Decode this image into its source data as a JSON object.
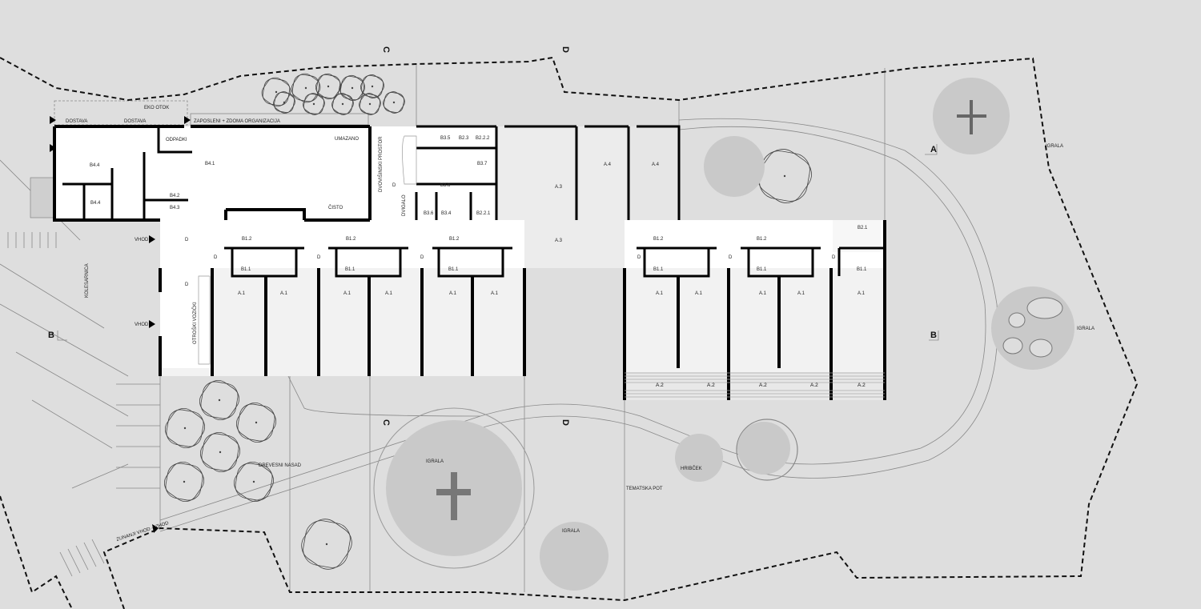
{
  "title": "Site floor plan",
  "colors": {
    "site": "#dedede",
    "interior": "#ffffff",
    "playroom": "#ececec",
    "wall": "#000000"
  },
  "rooms": {
    "b44a": "B4.4",
    "b44b": "B4.4",
    "b41": "B4.1",
    "b42": "B4.2",
    "b43": "B4.3",
    "odpadki": "ODPADKI",
    "umazano": "UMAZANO",
    "cisto": "ČISTO",
    "b35": "B3.5",
    "b23": "B2.3",
    "b222": "B2.2.2",
    "b37": "B3.7",
    "b36a": "B3.6",
    "b36b": "B3.6",
    "b34": "B3.4",
    "b221": "B2.2.1",
    "dvigalo": "DVIGALO",
    "dvovisinski": "DVOVIŠINSKI PROSTOR",
    "a3a": "A.3",
    "a3b": "A.3",
    "a4a": "A.4",
    "a4b": "A.4",
    "b12": [
      "B1.2",
      "B1.2",
      "B1.2",
      "B1.2",
      "B1.2"
    ],
    "b11": [
      "B1.1",
      "B1.1",
      "B1.1",
      "B1.1",
      "B1.1",
      "B1.1"
    ],
    "b21": "B2.1",
    "a1": [
      "A.1",
      "A.1",
      "A.1",
      "A.1",
      "A.1",
      "A.1",
      "A.1",
      "A.1",
      "A.1",
      "A.1",
      "A.1"
    ],
    "a2": [
      "A.2",
      "A.2",
      "A.2",
      "A.2",
      "A.2"
    ],
    "d": [
      "D",
      "D",
      "D",
      "D",
      "D",
      "D",
      "D",
      "D",
      "D"
    ],
    "otroski": "OTROŠKI VOZIČKI"
  },
  "site": {
    "dostava1": "DOSTAVA",
    "dostava2": "DOSTAVA",
    "eko_otok": "EKO OTOK",
    "zaposleni": "ZAPOSLENI + ZDOMA ORGANIZACIJA",
    "vhod1": "VHOD",
    "vhod2": "VHOD",
    "kolesarnica": "KOLESARNICA",
    "igrala": [
      "IGRALA",
      "IGRALA",
      "IGRALA",
      "IGRALA"
    ],
    "hribcek": "HRIBČEK",
    "tematska_pot": "TEMATSKA POT",
    "drevesni_nasad": "DREVESNI NASAD",
    "zunanji_vhod": "ZUNANJI VHOD - IZHOD"
  },
  "sections": {
    "a": "A",
    "b1": "B",
    "b2": "B",
    "c1": "C",
    "c2": "C",
    "d1": "D",
    "d2": "D"
  }
}
